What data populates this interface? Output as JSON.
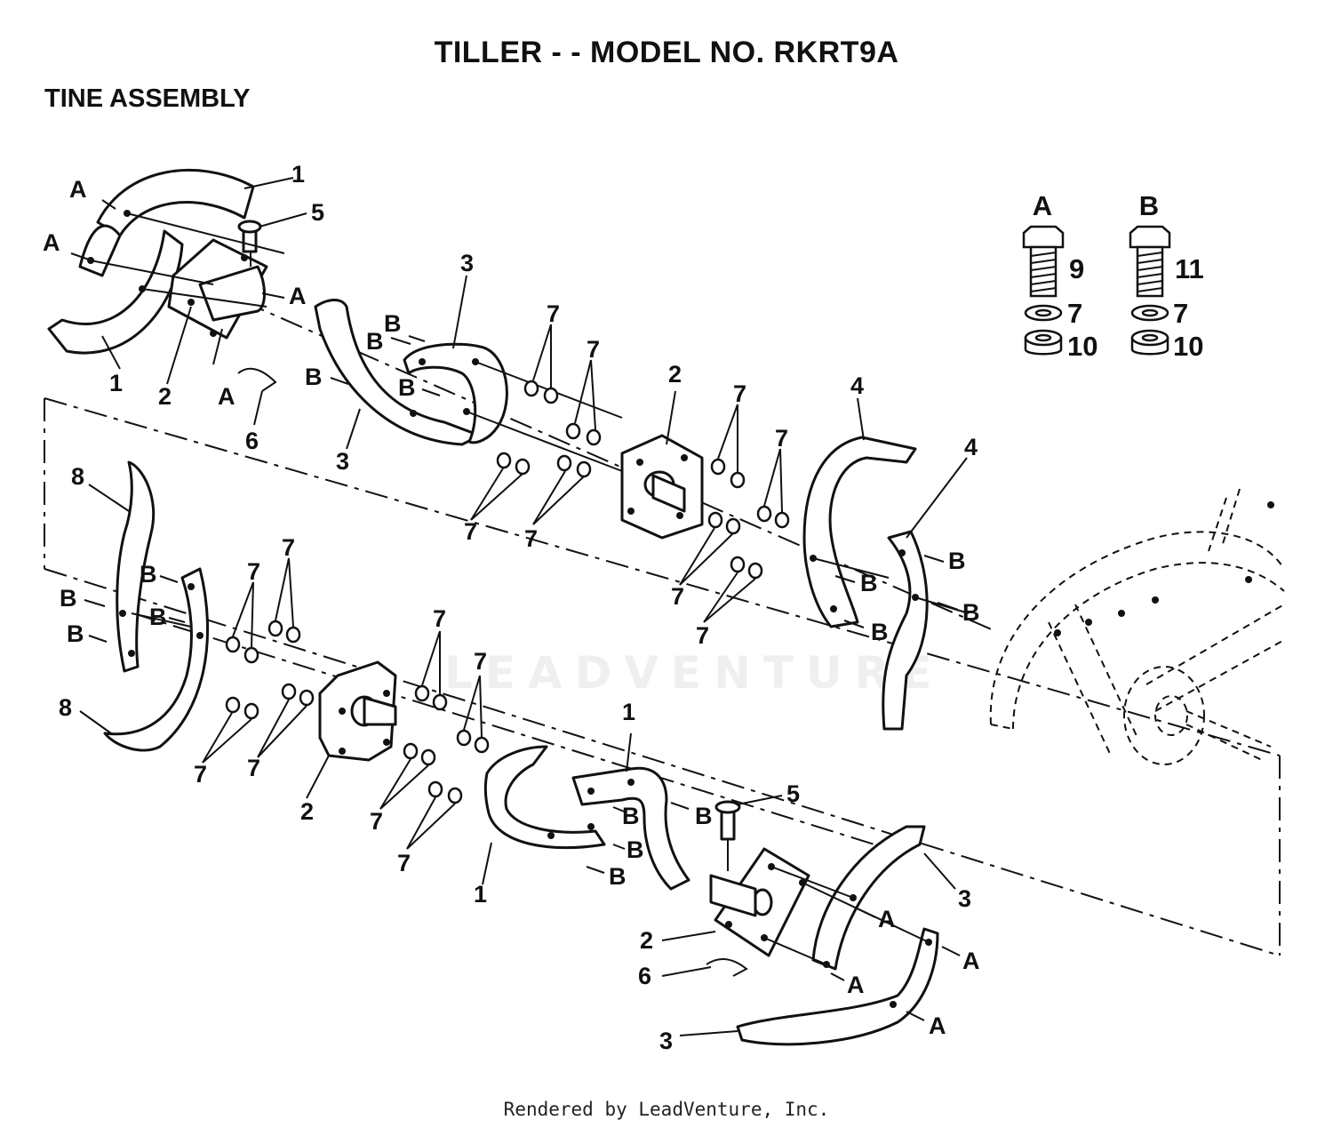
{
  "header": {
    "title": "TILLER - - MODEL NO. RKRT9A",
    "section": "TINE ASSEMBLY"
  },
  "watermark": "LEADVENTURE",
  "footer": "Rendered by LeadVenture, Inc.",
  "legend": {
    "a": {
      "letter": "A",
      "bolt": "9",
      "washer": "7",
      "nut": "10"
    },
    "b": {
      "letter": "B",
      "bolt": "11",
      "washer": "7",
      "nut": "10"
    }
  },
  "callouts": {
    "one": "1",
    "two": "2",
    "three": "3",
    "four": "4",
    "five": "5",
    "six": "6",
    "seven": "7",
    "eight": "8",
    "a": "A",
    "b": "B"
  }
}
